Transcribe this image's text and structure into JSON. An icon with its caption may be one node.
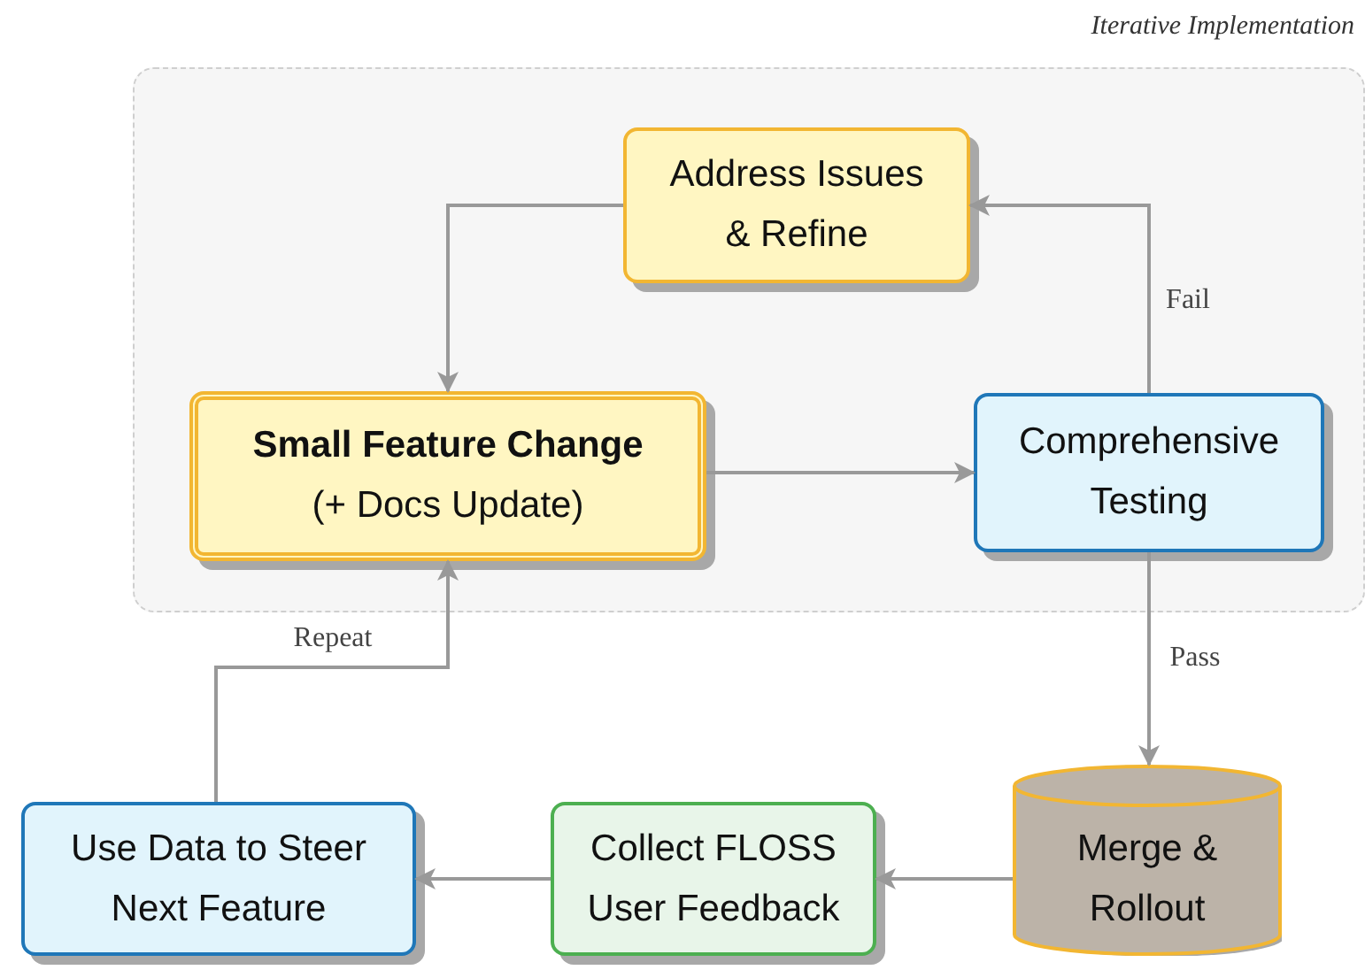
{
  "diagram": {
    "nodes": [
      {
        "text": [
          "Iterative Implementation"
        ]
      },
      {
        "text": [
          "Address Issues & Refine"
        ],
        "in": 0
      },
      {
        "text": [
          "Small Feature Change",
          "(+ Docs Update)"
        ],
        "in": 0
      },
      {
        "text": [
          "Comprehensive Testing"
        ],
        "in": 0
      },
      {
        "text": [
          "Merge & Rollout"
        ]
      },
      {
        "text": [
          "Collect FLOSS User Feedback"
        ]
      },
      {
        "text": [
          "Use Data to Steer Next Feature"
        ]
      }
    ],
    "edges": [
      {
        "from": 1,
        "to": 2,
        "arrow": "to"
      },
      {
        "from": 2,
        "to": 3,
        "arrow": "to"
      },
      {
        "from": 3,
        "to": 1,
        "arrow": "to",
        "label": "Fail"
      },
      {
        "from": 3,
        "to": 4,
        "arrow": "to",
        "label": "Pass"
      },
      {
        "from": 4,
        "to": 5,
        "arrow": "to"
      },
      {
        "from": 5,
        "to": 6,
        "arrow": "to"
      },
      {
        "from": 6,
        "to": 2,
        "arrow": "to",
        "label": "Repeat"
      }
    ]
  }
}
